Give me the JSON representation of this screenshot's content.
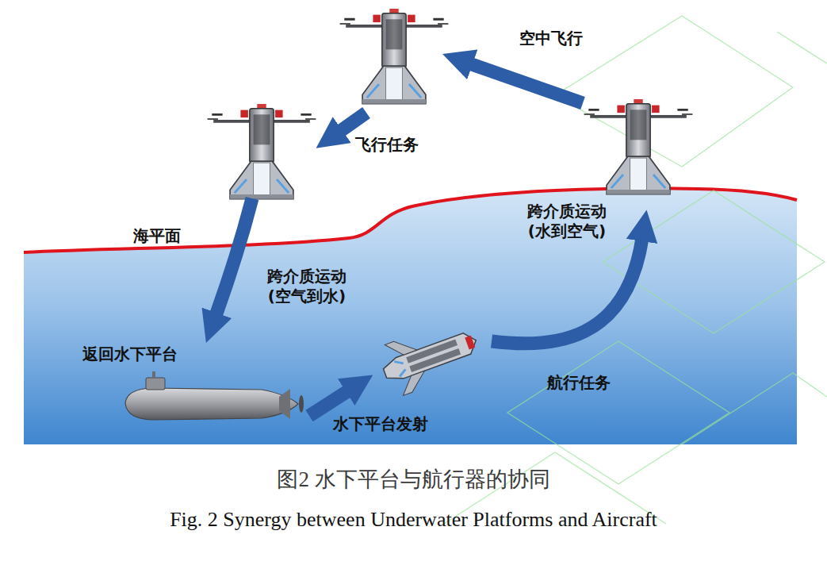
{
  "diagram": {
    "caption": "图2 水下平台与航行器的协同",
    "labels": [
      "空中飞行",
      "飞行任务",
      "海平面",
      "跨介质运动 (空气到水)",
      "返回水下平台",
      "水下平台发射",
      "航行任务",
      "跨介质运动 (水到空气)",
      "Fig. 2 Synergy between Underwater Platforms and Aircraft"
    ]
  }
}
